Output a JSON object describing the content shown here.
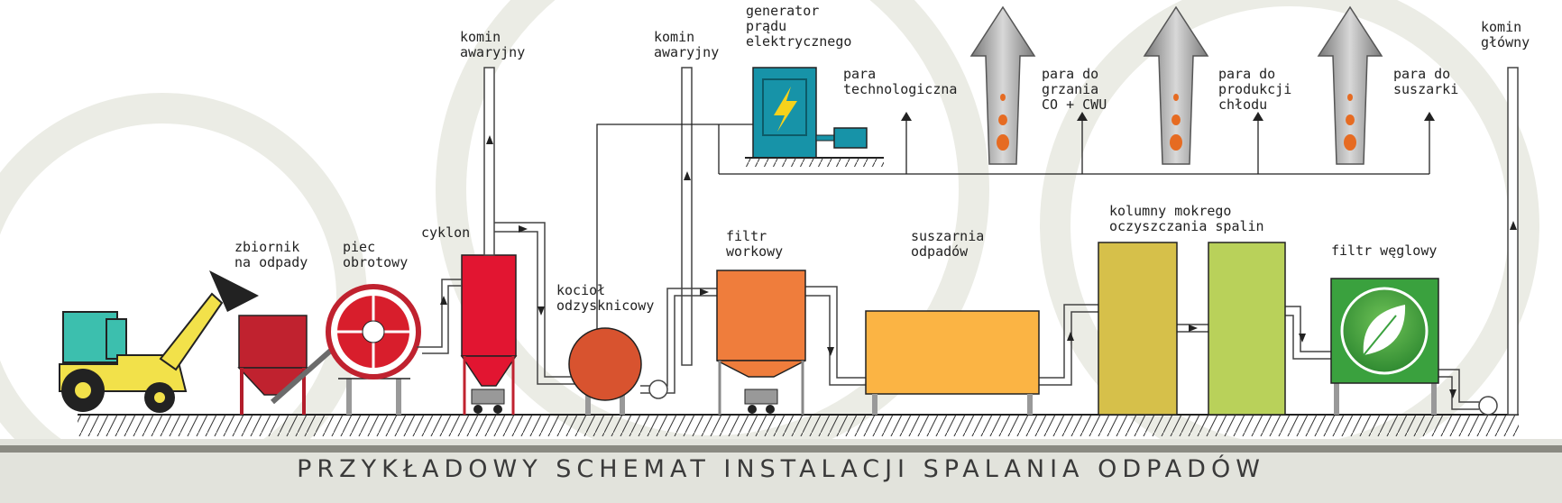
{
  "title": "PRZYKŁADOWY SCHEMAT INSTALACJI SPALANIA ODPADÓW",
  "labels": {
    "reservoir": "zbiornik\nna odpady",
    "rotary_kiln": "piec\nobrotowy",
    "cyclone": "cyklon",
    "emergency_chimney_1": "komin\nawaryjny",
    "emergency_chimney_2": "komin\nawaryjny",
    "generator": "generator\nprądu\nelektrycznego",
    "process_steam": "para\ntechnologiczna",
    "steam_heating": "para do\ngrzania\nCO + CWU",
    "steam_cooling": "para do\nprodukcji\nchłodu",
    "steam_dryer": "para do\nsuszarki",
    "main_chimney": "komin\ngłówny",
    "boiler": "kocioł\nodzysknicowy",
    "bag_filter": "filtr\nworkowy",
    "dryer": "suszarnia\nodpadów",
    "scrubbers": "kolumny mokrego\noczyszczania spalin",
    "carbon_filter": "filtr węglowy"
  },
  "colors": {
    "tractor": "#3cbfae",
    "loader_arm": "#f2e14a",
    "reservoir": "#c0222f",
    "kiln": "#d81e2c",
    "cyclone": "#e21531",
    "boiler": "#d8532f",
    "bag_filter": "#ef7d3c",
    "dryer": "#fbb444",
    "scrubber_1": "#d6c04a",
    "scrubber_2": "#b9d15a",
    "carbon_filter": "#3aa13e",
    "generator": "#1793a8",
    "title_bar": "#8a8a82"
  }
}
